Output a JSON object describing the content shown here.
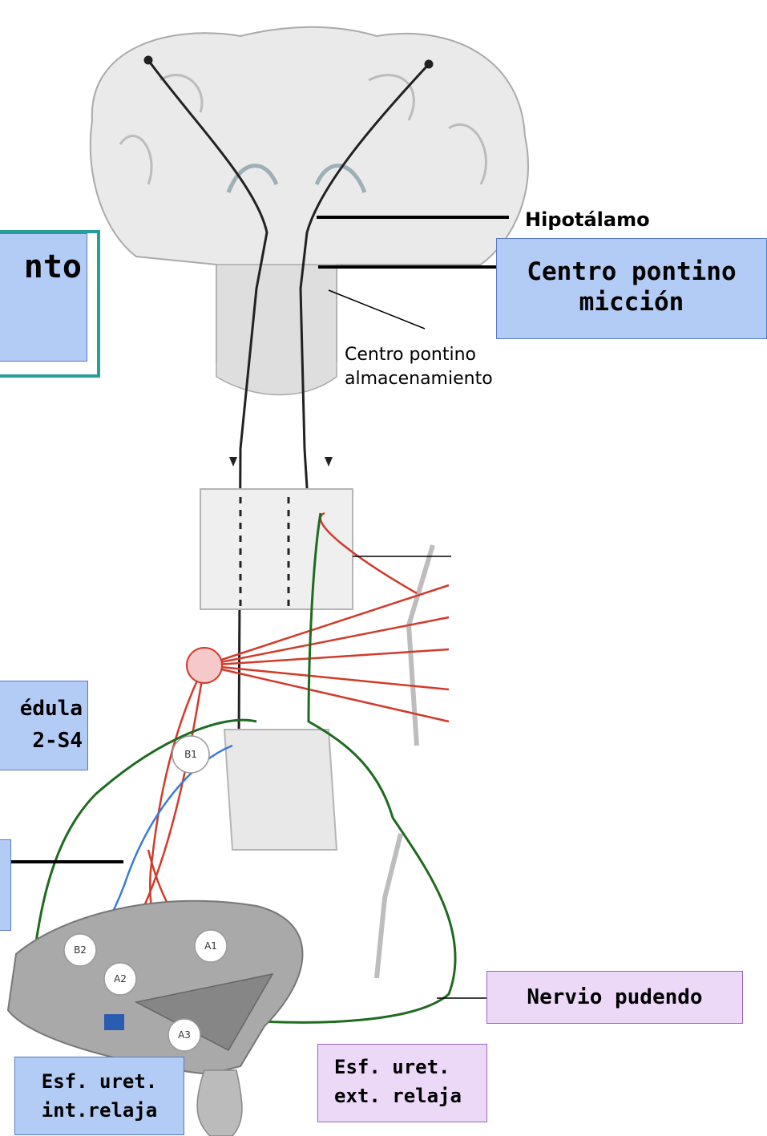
{
  "labels": {
    "hipotalamo": "Hipotálamo",
    "centro_pontino_miccion": {
      "line1": "Centro pontino",
      "line2": "micción"
    },
    "centro_pontino_almacenamiento": {
      "line1": "Centro pontino",
      "line2": "almacenamiento"
    },
    "cut_left_top": "nto",
    "cut_left_medula": {
      "line1": "édula",
      "line2": "2-S4"
    },
    "nervio_pudendo": "Nervio pudendo",
    "esf_int": {
      "line1": "Esf. uret.",
      "line2": "int.relaja"
    },
    "esf_ext": {
      "line1": "Esf. uret.",
      "line2": "ext. relaja"
    }
  },
  "node_labels": [
    "B1",
    "B2",
    "A1",
    "A2",
    "A3"
  ],
  "colors": {
    "blue_box": "#b3ccf5",
    "violet_box": "#ecd9f7",
    "teal_frame": "#2b9c9c",
    "pathway_green": "#1f6b1f",
    "pathway_red": "#d23a2a",
    "pathway_blue": "#3a7bd5",
    "pathway_gray": "#222222"
  }
}
